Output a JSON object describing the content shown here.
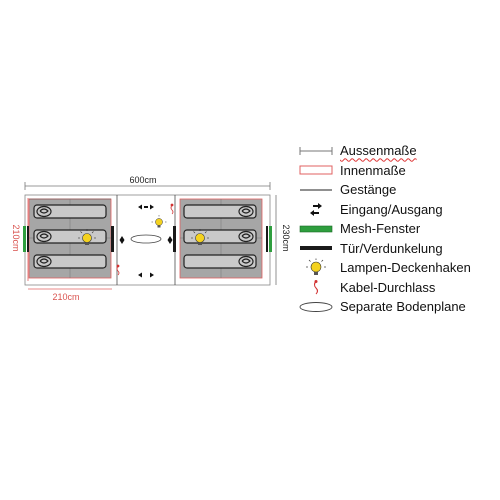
{
  "dimensions": {
    "total_length": "600cm",
    "inner_height": "210cm",
    "outer_height": "230cm",
    "room_width": "210cm"
  },
  "legend": [
    {
      "label": "Aussenmaße",
      "icon": "outer-dimension-icon"
    },
    {
      "label": "Innenmaße",
      "icon": "inner-dimension-icon"
    },
    {
      "label": "Gestänge",
      "icon": "pole-line-icon"
    },
    {
      "label": "Eingang/Ausgang",
      "icon": "entrance-arrows-icon"
    },
    {
      "label": "Mesh-Fenster",
      "icon": "mesh-window-icon"
    },
    {
      "label": "Tür/Verdunkelung",
      "icon": "door-blackout-icon"
    },
    {
      "label": "Lampen-Deckenhaken",
      "icon": "lamp-hook-icon"
    },
    {
      "label": "Kabel-Durchlass",
      "icon": "cable-port-icon"
    },
    {
      "label": "Separate Bodenplane",
      "icon": "groundsheet-icon"
    }
  ],
  "colors": {
    "outer_line": "#777777",
    "inner_line": "#e06060",
    "room_fill": "#a6a6a6",
    "mesh": "#2e9e3e",
    "door": "#1a1a1a",
    "lamp": "#f4d21f",
    "cable": "#d23232"
  }
}
